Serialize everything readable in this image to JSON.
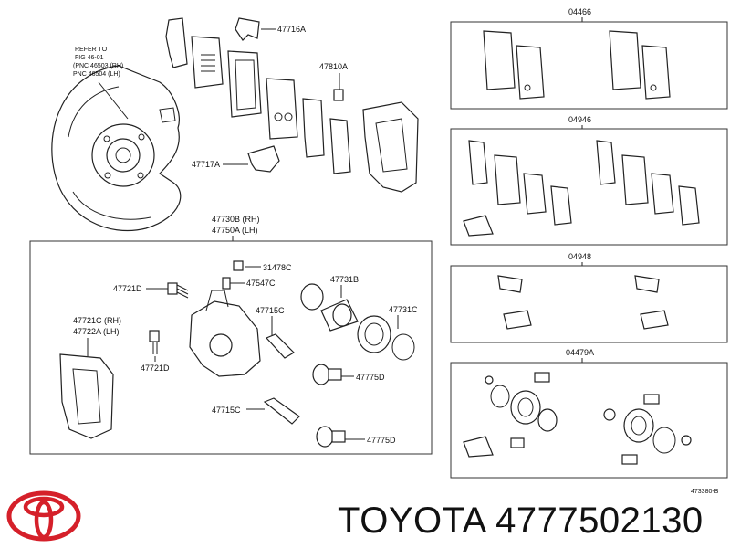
{
  "callouts": {
    "refer_1": "REFER TO",
    "refer_2": "FIG 46-01",
    "refer_3": "(PNC 46503 (RH)",
    "refer_4": " PNC 46504 (LH)",
    "p47716A": "47716A",
    "p47810A": "47810A",
    "p47717A": "47717A",
    "p47730B": "47730B (RH)",
    "p47750A": "47750A (LH)",
    "p31478C": "31478C",
    "p47547C": "47547C",
    "p47731B": "47731B",
    "p47721D_top": "47721D",
    "p47721C": "47721C (RH)",
    "p47722A": "47722A (LH)",
    "p47715C_top": "47715C",
    "p47731C": "47731C",
    "p47721D_bot": "47721D",
    "p47775D_top": "47775D",
    "p47715C_bot": "47715C",
    "p47775D_bot": "47775D"
  },
  "kits": {
    "k04466": "04466",
    "k04946": "04946",
    "k04948": "04948",
    "k04479A": "04479A"
  },
  "figure_code": "473380-B",
  "brand_text": "TOYOTA 4777502130",
  "logo_color": "#d5202a"
}
